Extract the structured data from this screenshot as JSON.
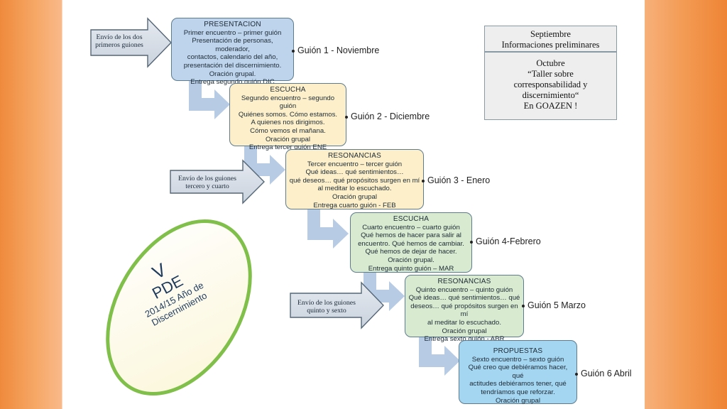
{
  "info": {
    "line1": "Septiembre",
    "line2": "Informaciones preliminares",
    "line3": "Octubre",
    "line4": "“Taller sobre",
    "line5": "corresponsabilidad y",
    "line6": "discernimiento“",
    "line7": "En  GOAZEN !"
  },
  "envio": [
    {
      "l1": "Envío de los dos",
      "l2": "primeros guiones"
    },
    {
      "l1": "Envío de los guiones",
      "l2": "tercero y cuarto"
    },
    {
      "l1": "Envío de los guiones",
      "l2": "quinto y sexto"
    }
  ],
  "boxes": [
    {
      "title": "PRESENTACION",
      "lines": [
        "Primer encuentro – primer guión",
        "Presentación de personas, moderador,",
        "contactos, calendario del año,",
        "presentación del discernimiento.",
        "Oración grupal.",
        "Entrega segundo guión DIC"
      ],
      "guion": "Guión 1 - Noviembre"
    },
    {
      "title": "ESCUCHA",
      "lines": [
        "Segundo encuentro – segundo guión",
        "Quiénes somos. Cómo estamos.",
        "A quienes nos dirigimos.",
        "Cómo vemos el mañana.",
        "Oración grupal",
        "Entrega tercer guión ENE"
      ],
      "guion": "Guión 2 - Diciembre"
    },
    {
      "title": "RESONANCIAS",
      "lines": [
        "Tercer encuentro – tercer guión",
        "Qué ideas… qué sentimientos…",
        "qué deseos… qué propósitos surgen en mí",
        "al meditar lo escuchado.",
        "Oración grupal",
        "Entrega cuarto guión - FEB"
      ],
      "guion": "Guión 3 - Enero"
    },
    {
      "title": "ESCUCHA",
      "lines": [
        "Cuarto encuentro – cuarto guión",
        "Qué hemos de hacer para salir al",
        "encuentro. Qué hemos de cambiar.",
        "Qué hemos de dejar de hacer.",
        "Oración grupal.",
        "Entrega quinto guión – MAR"
      ],
      "guion": "Guión 4-Febrero"
    },
    {
      "title": "RESONANCIAS",
      "lines": [
        "Quinto encuentro – quinto guión",
        "Qué ideas… qué sentimientos… qué",
        "deseos… qué propósitos surgen en mí",
        "al meditar lo escuchado.",
        "Oración grupal",
        "Entrega sexto guión - ABR"
      ],
      "guion": "Guión 5 Marzo"
    },
    {
      "title": "PROPUESTAS",
      "lines": [
        "Sexto encuentro – sexto guión",
        "Qué creo que debiéramos hacer, qué",
        "actitudes debiéramos tener, qué",
        "tendríamos que reforzar.",
        "Oración grupal"
      ],
      "guion": "Guión 6 Abril"
    }
  ],
  "pde": {
    "roman": "V",
    "acronym": "PDE",
    "year_line": "2014/15 Año de",
    "word": "Discernimiento"
  }
}
